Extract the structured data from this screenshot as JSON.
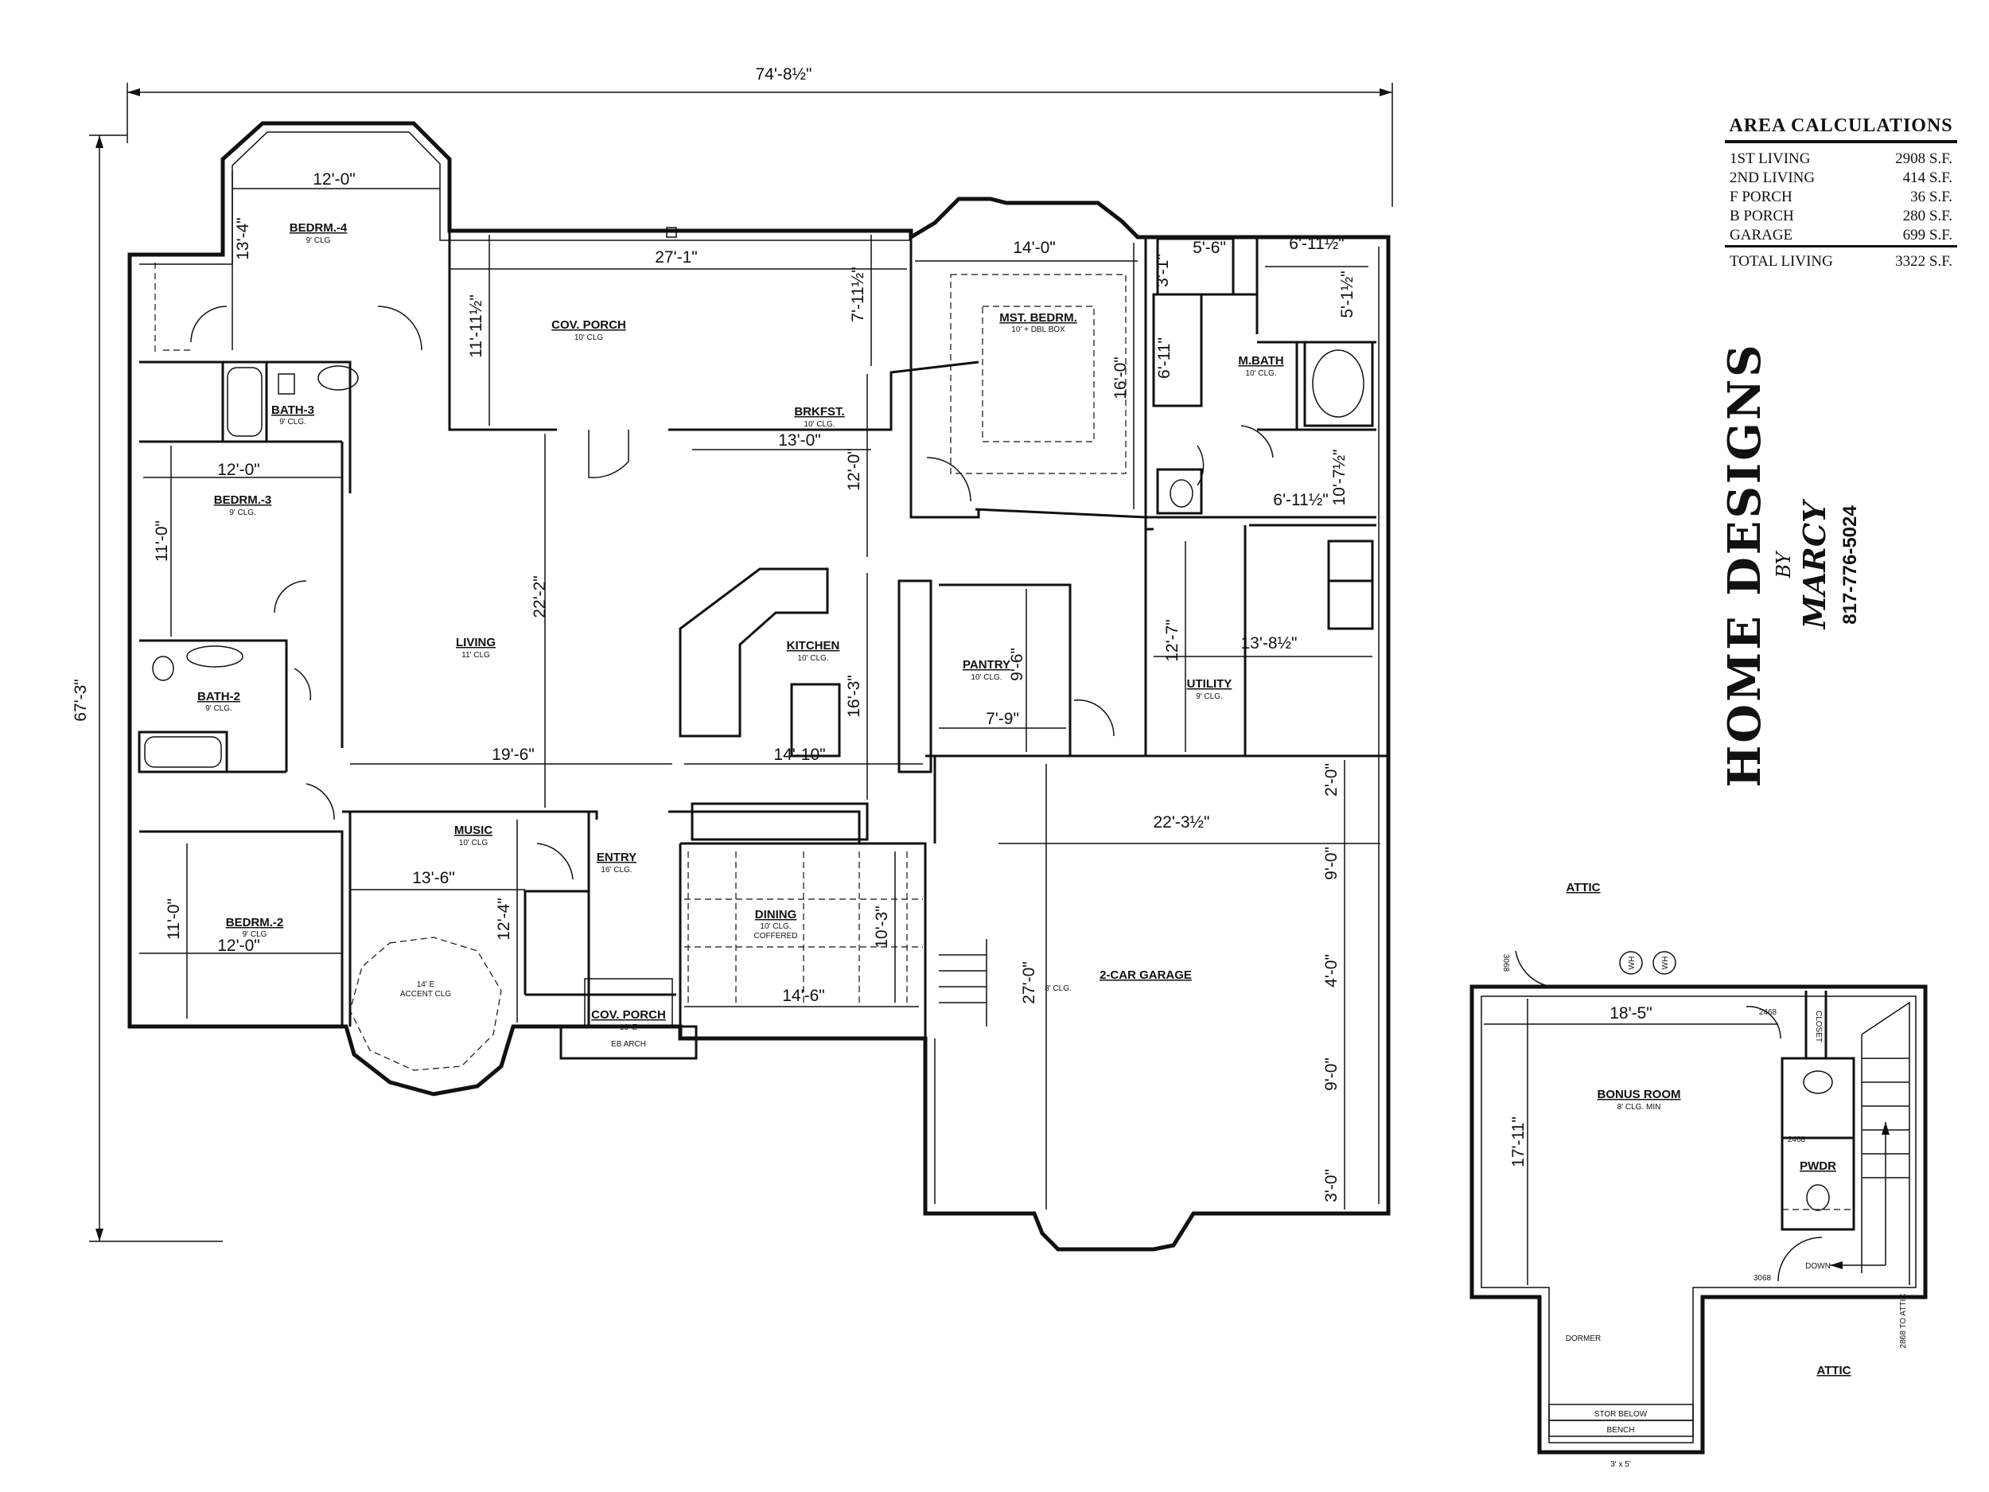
{
  "overall": {
    "width": "74'-8½\"",
    "depth": "67'-3\""
  },
  "area_calculations": {
    "title": "AREA CALCULATIONS",
    "rows": [
      {
        "label": "1ST LIVING",
        "value": "2908 S.F."
      },
      {
        "label": "2ND LIVING",
        "value": "414 S.F."
      },
      {
        "label": "F PORCH",
        "value": "36 S.F."
      },
      {
        "label": "B PORCH",
        "value": "280 S.F."
      },
      {
        "label": "GARAGE",
        "value": "699 S.F."
      }
    ],
    "total": {
      "label": "TOTAL LIVING",
      "value": "3322 S.F."
    }
  },
  "brand": {
    "name": "HOME DESIGNS",
    "by": "BY",
    "person": "MARCY",
    "phone": "817-776-5024"
  },
  "rooms": {
    "bedrm4": {
      "name": "BEDRM.-4",
      "sub": "9' CLG"
    },
    "bath3": {
      "name": "BATH-3",
      "sub": "9' CLG."
    },
    "bedrm3": {
      "name": "BEDRM.-3",
      "sub": "9' CLG."
    },
    "bath2": {
      "name": "BATH-2",
      "sub": "9' CLG."
    },
    "bedrm2": {
      "name": "BEDRM.-2",
      "sub": "9' CLG"
    },
    "cov_porch": {
      "name": "COV. PORCH",
      "sub": "10' CLG"
    },
    "living": {
      "name": "LIVING",
      "sub": "11' CLG"
    },
    "brkfst": {
      "name": "BRKFST.",
      "sub": "10' CLG."
    },
    "kitchen": {
      "name": "KITCHEN",
      "sub": "10' CLG."
    },
    "pantry": {
      "name": "PANTRY",
      "sub": "10' CLG."
    },
    "mst_bedrm": {
      "name": "MST. BEDRM.",
      "sub": "10' + DBL BOX"
    },
    "m_bath": {
      "name": "M.BATH",
      "sub": "10' CLG."
    },
    "utility": {
      "name": "UTILITY",
      "sub": "9' CLG."
    },
    "music": {
      "name": "MUSIC",
      "sub": "10' CLG"
    },
    "entry": {
      "name": "ENTRY",
      "sub": "16' CLG."
    },
    "dining": {
      "name": "DINING",
      "sub": "10' CLG.",
      "sub2": "COFFERED"
    },
    "front_porch": {
      "name": "COV. PORCH",
      "sub": "16' E",
      "sub2": "EB ARCH"
    },
    "garage": {
      "name": "2-CAR GARAGE"
    },
    "accent": {
      "line1": "14' E",
      "line2": "ACCENT CLG"
    }
  },
  "dims": {
    "bedrm4_w": "12'-0\"",
    "bedrm4_d": "13'-4\"",
    "porch_w": "27'-1\"",
    "porch_d": "11'-11½\"",
    "porch_d2": "7'-11½\"",
    "mst_w": "14'-0\"",
    "mst_d": "16'-0\"",
    "mbath_a": "5'-6\"",
    "mbath_b": "6'-11½\"",
    "mbath_c": "5'-1½\"",
    "mbath_d": "6'-11\"",
    "mbath_e": "6'-11½\"",
    "mbath_f": "3'-1\"",
    "mbath_g": "10'-7½\"",
    "bedrm3_w": "12'-0\"",
    "bedrm3_d": "11'-0\"",
    "brk_w": "13'-0\"",
    "brk_d": "12'-0\"",
    "living_d": "22'-2\"",
    "living_w": "19'-6\"",
    "kitchen_w": "14'-10\"",
    "kitchen_d": "16'-3\"",
    "pantry_w": "7'-9\"",
    "pantry_d": "9'-6\"",
    "utility_w": "13'-8½\"",
    "utility_d": "12'-7\"",
    "garage_w": "22'-3½\"",
    "garage_d": "27'-0\"",
    "g1": "2'-0\"",
    "g2": "9'-0\"",
    "g3": "4'-0\"",
    "g4": "9'-0\"",
    "g5": "3'-0\"",
    "music_w": "13'-6\"",
    "music_d": "12'-4\"",
    "dining_w": "14'-6\"",
    "dining_d": "10'-3\"",
    "bedrm2_w": "12'-0\"",
    "bedrm2_d": "11'-0\"",
    "garage_sub": "8' CLG."
  },
  "bonus": {
    "attic_top": "ATTIC",
    "attic_bottom": "ATTIC",
    "room": "BONUS ROOM",
    "room_sub": "8' CLG. MIN",
    "width": "18'-5\"",
    "depth": "17'-11\"",
    "closet": "CLOSET",
    "pwdr": "PWDR",
    "down": "DOWN",
    "d2468a": "2468",
    "d2468b": "2468",
    "d3068a": "3068",
    "d3068b": "3068",
    "wh1": "WH",
    "wh2": "WH",
    "dormer": "DORMER",
    "stor": "STOR BELOW",
    "bench": "BENCH",
    "size": "3' x 5'",
    "to_attic": "2868 TO ATTIC"
  }
}
